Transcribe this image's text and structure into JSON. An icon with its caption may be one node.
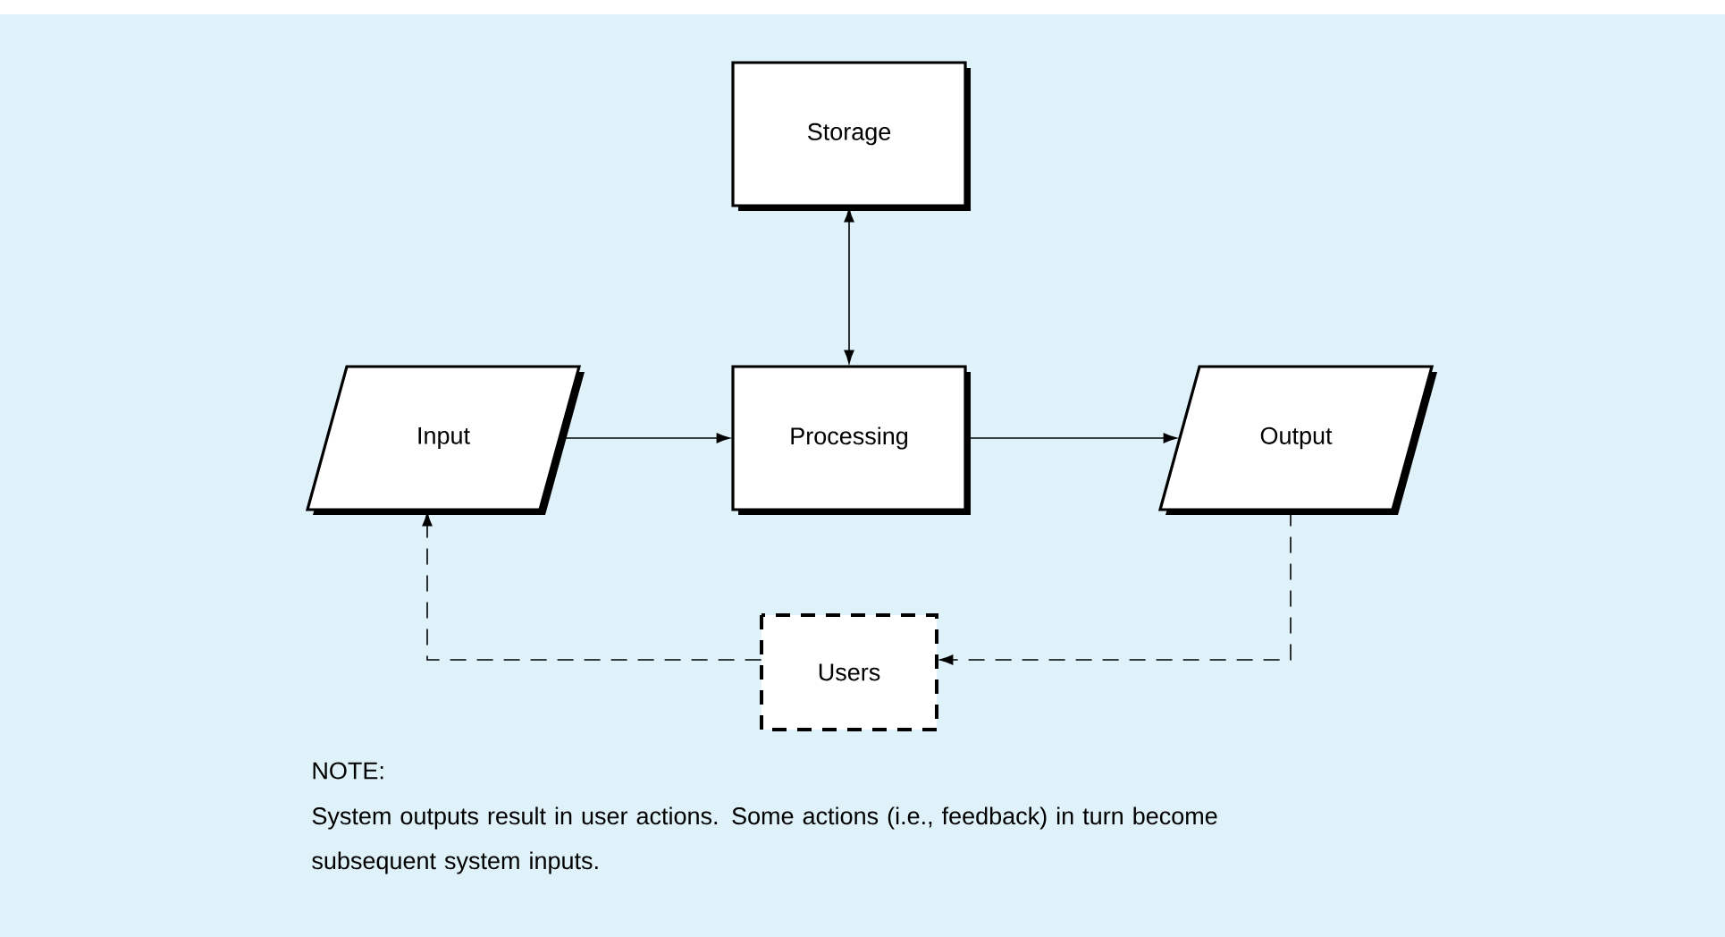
{
  "diagram": {
    "nodes": [
      {
        "text": [
          "Storage"
        ]
      },
      {
        "text": [
          "Input"
        ]
      },
      {
        "text": [
          "Processing"
        ]
      },
      {
        "text": [
          "Output"
        ]
      },
      {
        "text": [
          "Users"
        ]
      }
    ],
    "edges": [
      {
        "from": 2,
        "to": 0,
        "arrow": "both"
      },
      {
        "from": 1,
        "to": 2,
        "arrow": "to"
      },
      {
        "from": 2,
        "to": 3,
        "arrow": "to"
      },
      {
        "from": 3,
        "to": 4,
        "arrow": "to",
        "style": "dashed"
      },
      {
        "from": 4,
        "to": 1,
        "arrow": "to",
        "style": "dashed"
      }
    ],
    "labels": [
      "NOTE:",
      "System outputs result in user actions. Some actions (i.e., feedback) in turn become subsequent system inputs."
    ]
  }
}
